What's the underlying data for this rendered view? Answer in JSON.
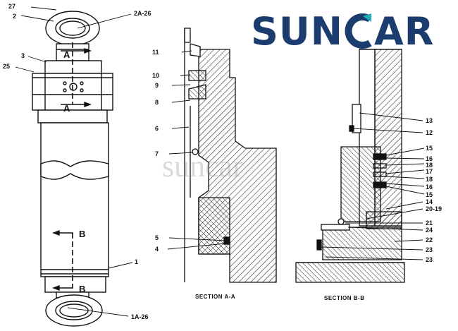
{
  "logo": {
    "text_pre": "SUN",
    "text_c": "C",
    "text_post": "AR",
    "navy": "#1b3c6e",
    "teal": "#1fb0b8"
  },
  "watermark": "suncar",
  "sections": {
    "aa": "SECTION A-A",
    "bb": "SECTION B-B"
  },
  "section_marks": {
    "a_top": "A",
    "a_bottom": "A",
    "b_top": "B",
    "b_bottom": "B"
  },
  "cylinder_labels": {
    "l27": "27",
    "l2": "2",
    "l2a26": "2A-26",
    "l3": "3",
    "l25": "25",
    "l1": "1",
    "l1a26": "1A-26"
  },
  "section_a_labels": {
    "l11": "11",
    "l10": "10",
    "l9": "9",
    "l8": "8",
    "l6": "6",
    "l7": "7",
    "l5": "5",
    "l4": "4"
  },
  "section_b_labels": {
    "l13": "13",
    "l12": "12",
    "l15a": "15",
    "l16a": "16",
    "l18a": "18",
    "l17": "17",
    "l18b": "18",
    "l16b": "16",
    "l15b": "15",
    "l14": "14",
    "l2019": "20-19",
    "l21": "21",
    "l24": "24",
    "l22": "22",
    "l23a": "23",
    "l23b": "23"
  }
}
